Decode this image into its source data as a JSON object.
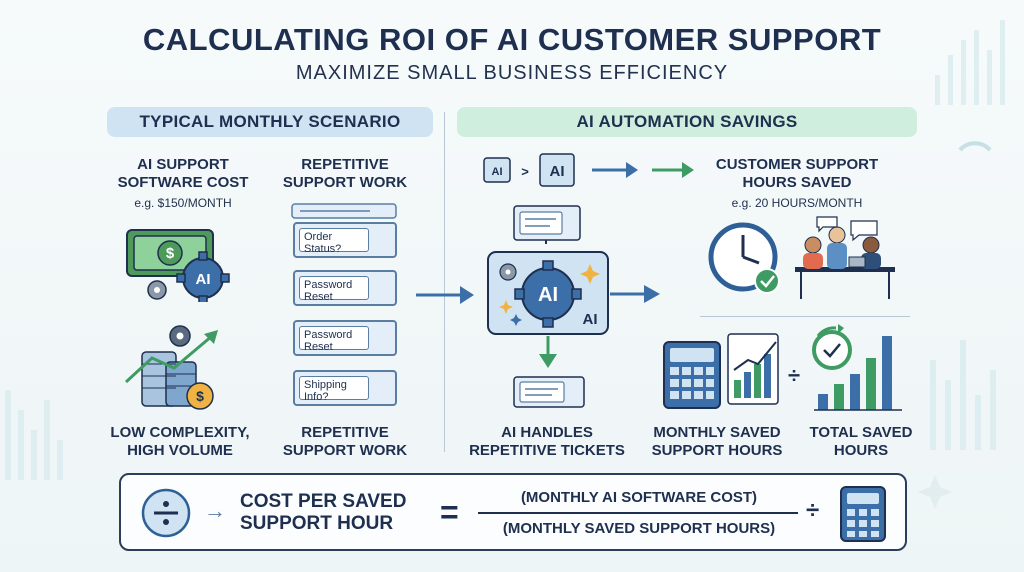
{
  "header": {
    "title": "CALCULATING ROI OF AI CUSTOMER SUPPORT",
    "subtitle": "MAXIMIZE SMALL BUSINESS EFFICIENCY"
  },
  "left_panel": {
    "heading": "TYPICAL MONTHLY SCENARIO",
    "software_cost_label": "AI SUPPORT SOFTWARE COST",
    "software_cost_example": "e.g. $150/MONTH",
    "repetitive_label_top": "REPETITIVE SUPPORT WORK",
    "tickets": [
      "Order Status?",
      "Password Reset",
      "Password Reset",
      "Shipping Info?"
    ],
    "complexity_label": "LOW COMPLEXITY, HIGH VOLUME",
    "repetitive_label_bottom": "REPETITIVE SUPPORT WORK",
    "icon_text_ai": "AI",
    "icon_text_dollar": "$"
  },
  "right_panel": {
    "heading": "AI AUTOMATION SAVINGS",
    "chip_small": "AI",
    "chip_large": "AI",
    "chevron": ">",
    "hours_saved_label": "CUSTOMER SUPPORT HOURS SAVED",
    "hours_saved_example": "e.g. 20 HOURS/MONTH",
    "processor_main": "AI",
    "processor_sub": "AI",
    "handles_label": "AI HANDLES REPETITIVE TICKETS",
    "monthly_saved_label": "MONTHLY SAVED SUPPORT HOURS",
    "total_saved_label": "TOTAL SAVED HOURS",
    "divide_symbol": "÷"
  },
  "formula": {
    "left_label": "COST PER SAVED SUPPORT HOUR",
    "equals": "=",
    "numerator": "(MONTHLY AI SOFTWARE COST)",
    "denominator": "(MONTHLY SAVED SUPPORT HOURS)",
    "divide_symbol": "÷",
    "arrow": "→"
  },
  "colors": {
    "navy": "#1e2f4f",
    "blue_accent": "#3c6fa8",
    "green_accent": "#3e9b63",
    "light_blue": "#cfe3f3",
    "light_green": "#cfeedd"
  }
}
